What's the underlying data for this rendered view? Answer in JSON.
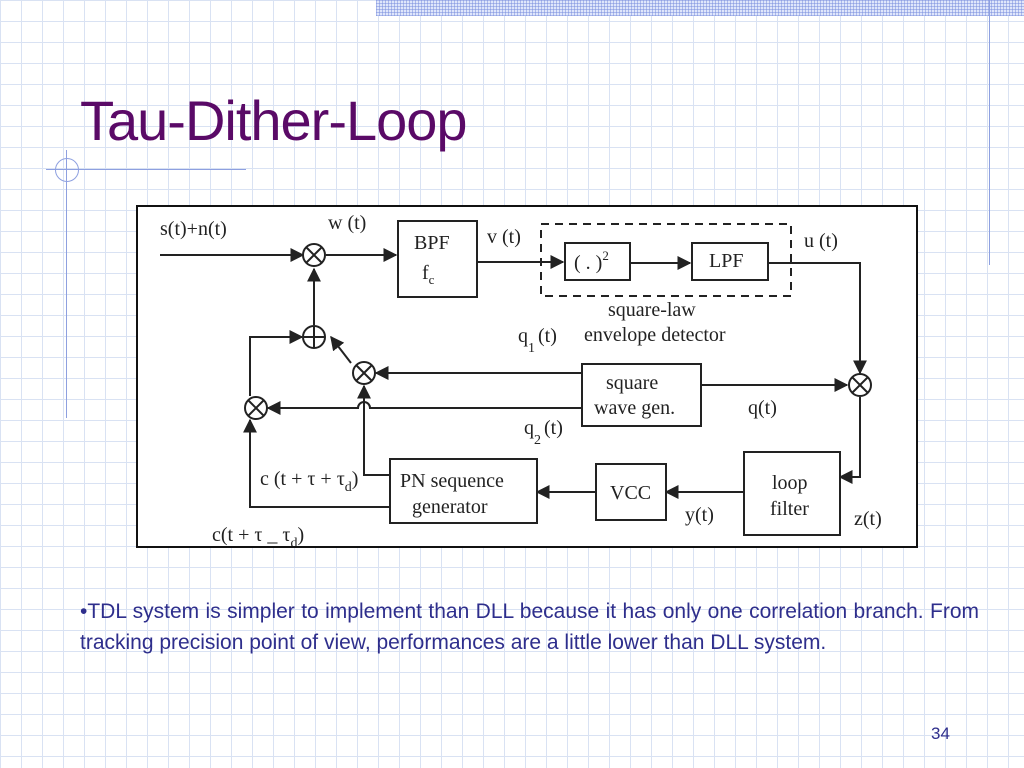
{
  "slide": {
    "title": "Tau-Dither-Loop",
    "bullet": "•TDL system is simpler to implement than DLL because it has only one correlation branch. From tracking precision point of view, performances are a little lower than DLL system.",
    "page_number": "34"
  },
  "diagram": {
    "input_label": "s(t)+n(t)",
    "w_label": "w (t)",
    "bpf_label": "BPF",
    "fc_label": "f",
    "fc_sub": "c",
    "v_label": "v (t)",
    "square_label": "( . )",
    "square_sup": "2",
    "lpf_label": "LPF",
    "u_label": "u (t)",
    "detector_label_1": "square-law",
    "detector_label_2": "envelope detector",
    "q1_label": "q",
    "q1_sub": "1",
    "q1_t": "(t)",
    "sqwave_label_1": "square",
    "sqwave_label_2": "wave gen.",
    "q_label": "q(t)",
    "q2_label": "q",
    "q2_sub": "2",
    "q2_t": "(t)",
    "c_plus_label": "c (t + τ + τ",
    "c_plus_sub": "d",
    "c_plus_end": ")",
    "c_minus_label": "c(t + τ _ τ",
    "c_minus_sub": "d",
    "c_minus_end": ")",
    "pn_label_1": "PN sequence",
    "pn_label_2": "generator",
    "vcc_label": "VCC",
    "y_label": "y(t)",
    "loop_label_1": "loop",
    "loop_label_2": "filter",
    "z_label": "z(t)"
  }
}
